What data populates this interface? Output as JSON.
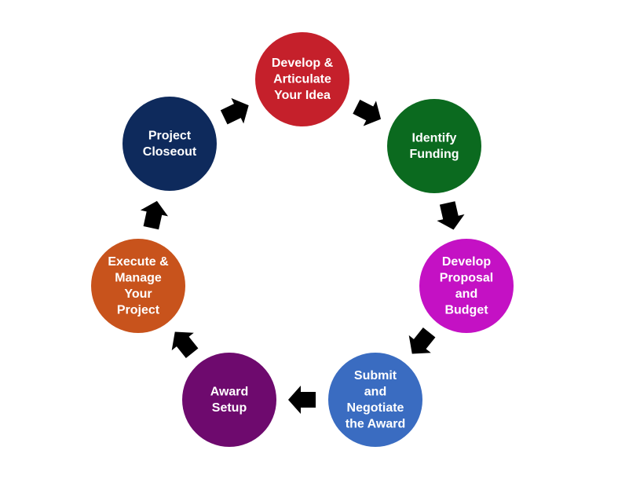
{
  "steps": [
    {
      "id": "develop-idea",
      "lines": [
        "Develop &",
        "Articulate",
        "Your Idea"
      ],
      "color": "#C5202B"
    },
    {
      "id": "identify-funding",
      "lines": [
        "Identify",
        "Funding"
      ],
      "color": "#0B6A1F"
    },
    {
      "id": "develop-proposal",
      "lines": [
        "Develop",
        "Proposal",
        "and",
        "Budget"
      ],
      "color": "#C411C4"
    },
    {
      "id": "submit-negotiate",
      "lines": [
        "Submit",
        "and",
        "Negotiate",
        "the Award"
      ],
      "color": "#3A6CC1"
    },
    {
      "id": "award-setup",
      "lines": [
        "Award",
        "Setup"
      ],
      "color": "#6E0A6E"
    },
    {
      "id": "execute-manage",
      "lines": [
        "Execute &",
        "Manage",
        "Your",
        "Project"
      ],
      "color": "#C8531C"
    },
    {
      "id": "project-closeout",
      "lines": [
        "Project",
        "Closeout"
      ],
      "color": "#0E2A5C"
    }
  ],
  "arrow_color": "#000000",
  "background": "#FFFFFF"
}
